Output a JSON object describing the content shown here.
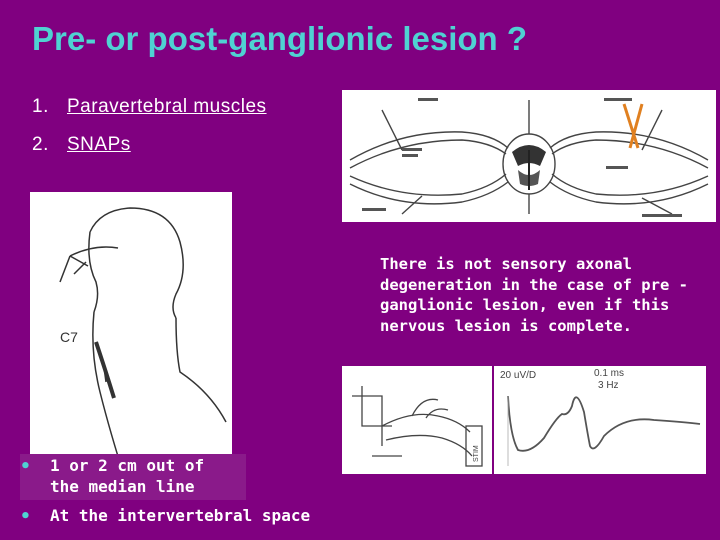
{
  "title": "Pre- or post-ganglionic lesion ?",
  "list": [
    {
      "num": "1.",
      "text": "Paravertebral muscles"
    },
    {
      "num": "2.",
      "text": "SNAPs"
    }
  ],
  "note": "There is not sensory axonal degeneration in the case of pre -ganglionic lesion, even if this nervous lesion is complete.",
  "bullets": [
    {
      "line1": "1 or 2 cm out of",
      "line2": "the median line"
    },
    {
      "line1": "At the intervertebral space"
    }
  ],
  "figures": {
    "head_label": "C7",
    "hand_label": "STIM",
    "wave_scale": "20 uV/D",
    "wave_time": "0.1 ms",
    "wave_freq": "3 Hz"
  },
  "colors": {
    "background": "#800080",
    "title": "#4fd2d2",
    "lesion_mark": "#e08020"
  }
}
